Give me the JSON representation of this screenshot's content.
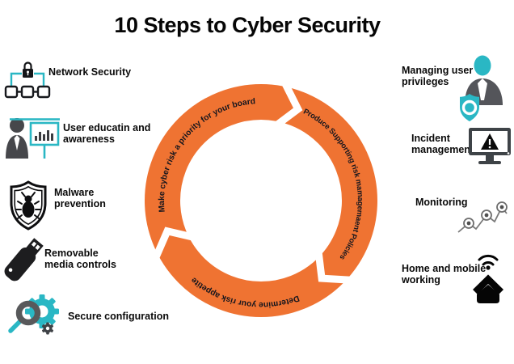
{
  "title": "10 Steps to Cyber Security",
  "colors": {
    "accent_orange": "#EF7332",
    "accent_teal": "#2AB7C4",
    "dark_gray": "#46474B",
    "black": "#0B0B0B"
  },
  "cycle": {
    "direction": "clockwise",
    "segments": [
      {
        "label": "Make cyber risk a priority for your board"
      },
      {
        "label": "Produce Supporting risk mamagemaent Policies"
      },
      {
        "label": "Determine your risk appetite"
      }
    ]
  },
  "left_steps": [
    {
      "label": "Network Security",
      "icon": "network-lock-icon"
    },
    {
      "label": "User educatin and awareness",
      "icon": "presenter-chart-icon"
    },
    {
      "label": "Malware prevention",
      "icon": "shield-bug-icon"
    },
    {
      "label": "Removable media controls",
      "icon": "usb-drive-icon"
    },
    {
      "label": "Secure configuration",
      "icon": "magnifier-gear-icon"
    }
  ],
  "right_steps": [
    {
      "label": "Managing user privileges",
      "icon": "user-shield-icon"
    },
    {
      "label": "Incident management",
      "icon": "monitor-alert-icon"
    },
    {
      "label": "Monitoring",
      "icon": "trend-chart-icon"
    },
    {
      "label": "Home and mobile working",
      "icon": "home-wifi-icon"
    }
  ]
}
